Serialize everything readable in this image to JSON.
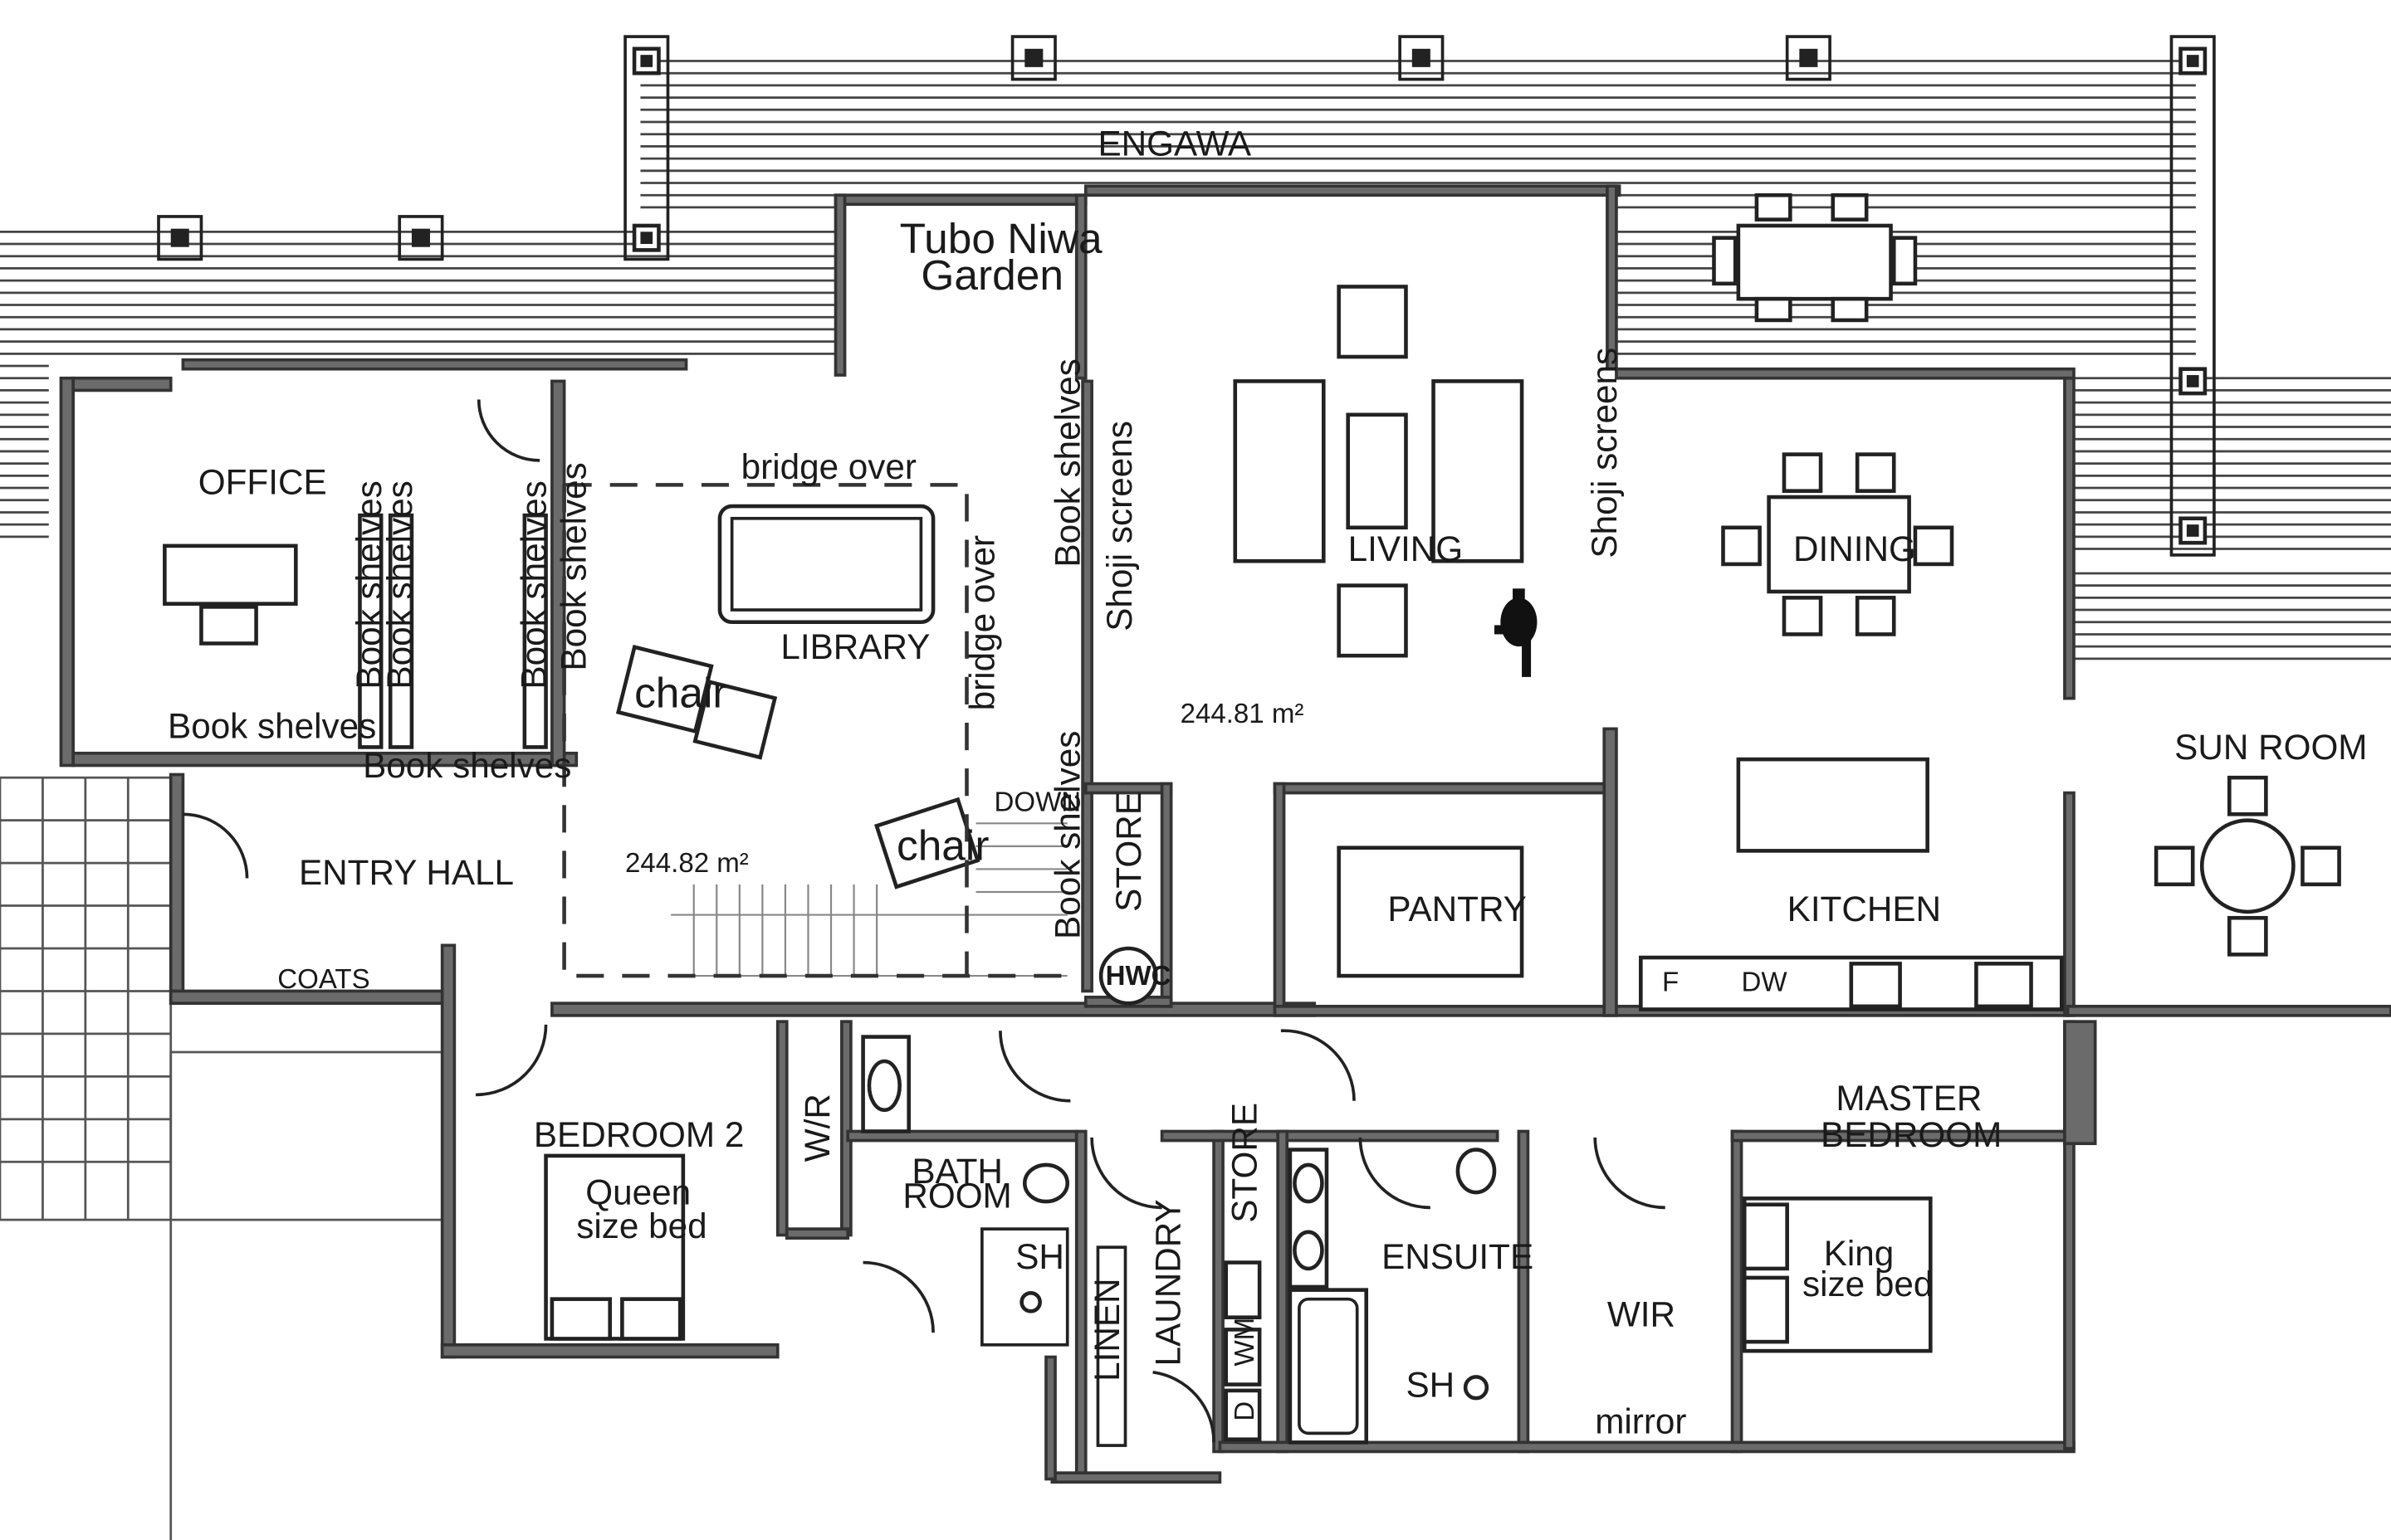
{
  "labels": {
    "engawa": "ENGAWA",
    "tubo_niwa_1": "Tubo Niwa",
    "tubo_niwa_2": "Garden",
    "office": "OFFICE",
    "library": "LIBRARY",
    "bridge_over_top": "bridge over",
    "bridge_over_side": "bridge over",
    "book_shelves_office_bottom": "Book shelves",
    "book_shelves_hall": "Book shelves",
    "book_shelves_v1": "Book shelves",
    "book_shelves_v2": "Book shelves",
    "book_shelves_v3": "Book shelves",
    "book_shelves_v4": "Book shelves",
    "book_shelves_lib_right": "Book shelves",
    "book_shelves_stair": "Book shelves",
    "chair_1": "chair",
    "chair_2": "chair",
    "entry_hall": "ENTRY HALL",
    "coats": "COATS",
    "area_1": "244.82 m²",
    "area_2": "244.81 m²",
    "living": "LIVING",
    "shoji_1": "Shoji screens",
    "shoji_2": "Shoji screens",
    "dining": "DINING",
    "sun_room": "SUN ROOM",
    "pantry": "PANTRY",
    "kitchen": "KITCHEN",
    "fridge": "F",
    "dishwasher": "DW",
    "store_1": "STORE",
    "store_2": "STORE",
    "hwc": "HWC",
    "stair_down": "DOWN",
    "bedroom2": "BEDROOM 2",
    "queen_1": "Queen",
    "queen_2": "size bed",
    "wr": "W/R",
    "bath_1": "BATH",
    "bath_2": "ROOM",
    "sh_1": "SH",
    "sh_2": "SH",
    "linen": "LINEN",
    "laundry": "LAUNDRY",
    "wm": "WM",
    "dryer": "D",
    "ensuite": "ENSUITE",
    "wir": "WIR",
    "mirror": "mirror",
    "master_1": "MASTER",
    "master_2": "BEDROOM",
    "king_1": "King",
    "king_2": "size bed"
  }
}
